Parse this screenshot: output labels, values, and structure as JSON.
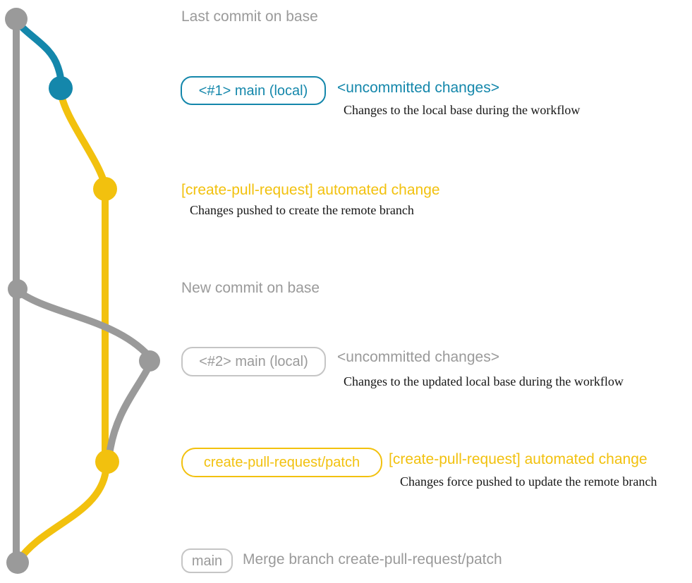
{
  "colors": {
    "blue": "#1487ab",
    "yellow": "#f2c10e",
    "gray": "#9a9a9a",
    "border-gray": "#c5c5c5",
    "ink": "#151515"
  },
  "rows": {
    "r1": {
      "annotation": "Last commit on base"
    },
    "r2": {
      "badge": "<#1> main (local)",
      "heading": "<uncommitted changes>",
      "description": "Changes to the local base during the workflow"
    },
    "r3": {
      "heading": "[create-pull-request] automated change",
      "description": "Changes pushed to create the remote branch"
    },
    "r4": {
      "annotation": "New commit on base"
    },
    "r5": {
      "badge": "<#2> main (local)",
      "heading": "<uncommitted changes>",
      "description": "Changes to the updated local base during the workflow"
    },
    "r6": {
      "badge": "create-pull-request/patch",
      "heading": "[create-pull-request] automated change",
      "description": "Changes force pushed to update the remote branch"
    },
    "r7": {
      "badge": "main",
      "message": "Merge branch create-pull-request/patch"
    }
  }
}
